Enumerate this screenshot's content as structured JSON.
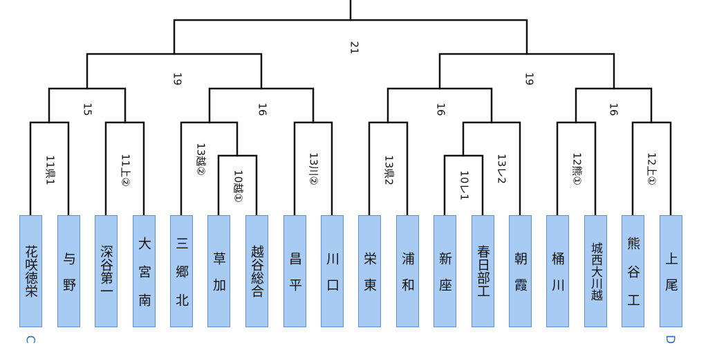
{
  "blocks": {
    "left": "C",
    "right": "D"
  },
  "teams": [
    "花咲徳栄",
    "与　野",
    "深谷第一",
    "大 宮 南",
    "三 郷 北",
    "草　加",
    "越谷総合",
    "昌　平",
    "川　口",
    "栄　東",
    "浦　和",
    "新　座",
    "春日部工",
    "朝　霞",
    "桶　川",
    "城西大川越",
    "熊 谷 工",
    "上　尾"
  ],
  "seeds": {
    "t0": "11県1",
    "t2": "11上②",
    "t4": "13越②",
    "t5": "10越①",
    "t7": "13川②",
    "t9": "13県2",
    "t11": "10レ1",
    "t12": "13レ2",
    "t14": "12熊①",
    "t16": "12上①"
  },
  "scores": {
    "m01": "15",
    "m46": "16",
    "m03": "19",
    "m912": "16",
    "m1417": "16",
    "m917": "19",
    "final": "21"
  }
}
